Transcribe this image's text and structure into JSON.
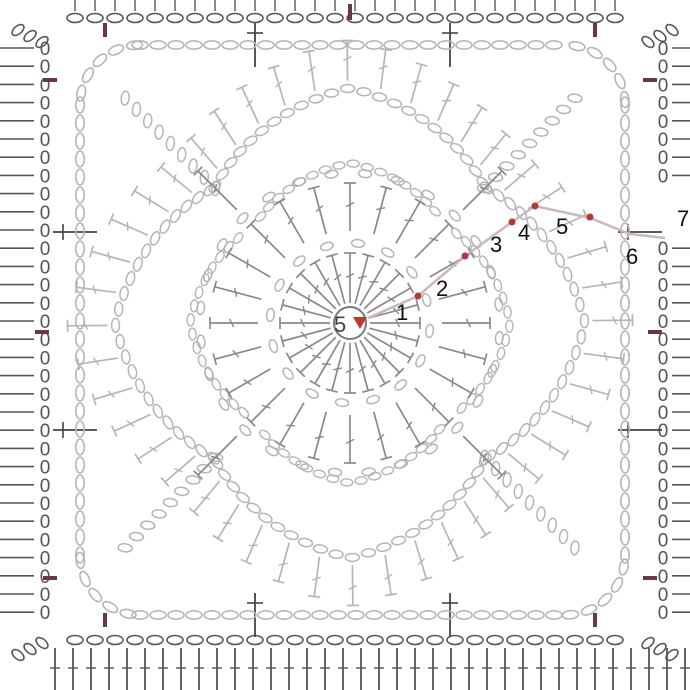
{
  "diagram": {
    "center_ring_label": "5",
    "round_labels": [
      "1",
      "2",
      "3",
      "4",
      "5",
      "6",
      "7"
    ],
    "edge_chain_label": "0",
    "colors": {
      "background": "#ffffff",
      "stitch": "#8a8a8a",
      "stitch_light": "#b5b5b5",
      "edge": "#555555",
      "marker": "#6a3550",
      "start_marker": "#c0392b",
      "label": "#111111"
    }
  }
}
